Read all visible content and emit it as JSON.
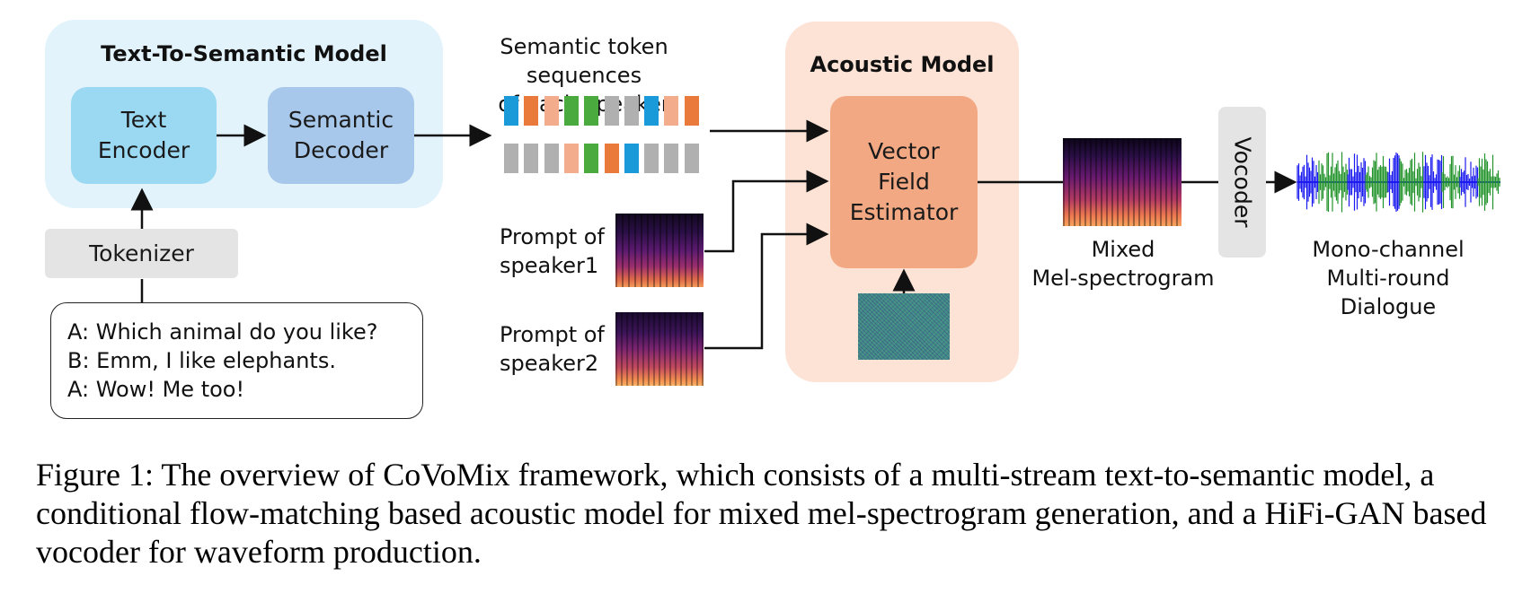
{
  "tts_model": {
    "title": "Text-To-Semantic Model",
    "text_encoder": "Text\nEncoder",
    "semantic_decoder": "Semantic\nDecoder",
    "tokenizer": "Tokenizer"
  },
  "dialogue": [
    "A: Which animal do you like?",
    "B: Emm, I like elephants.",
    "A: Wow! Me too!"
  ],
  "semantic_tokens": {
    "label": "Semantic token sequences\nof  each speaker",
    "row1": [
      "#1a9ad8",
      "#ea7a3b",
      "#f3ad8c",
      "#4aaa3e",
      "#4aaa3e",
      "#b0b0b0",
      "#b0b0b0",
      "#1a9ad8",
      "#f3ad8c",
      "#ea7a3b"
    ],
    "row2": [
      "#b0b0b0",
      "#b0b0b0",
      "#b0b0b0",
      "#f3ad8c",
      "#4aaa3e",
      "#ea7a3b",
      "#1a9ad8",
      "#b0b0b0",
      "#b0b0b0",
      "#b0b0b0"
    ]
  },
  "prompts": {
    "speaker1": "Prompt of\nspeaker1",
    "speaker2": "Prompt of\nspeaker2"
  },
  "acoustic_model": {
    "title": "Acoustic Model",
    "estimator": "Vector\nField\nEstimator"
  },
  "mixed_label": "Mixed\nMel-spectrogram",
  "vocoder_label": "Vocoder",
  "output_label": "Mono-channel\nMulti-round\nDialogue",
  "caption": "Figure 1: The overview of CoVoMix framework, which consists of a multi-stream text-to-semantic model, a conditional flow-matching based acoustic model for mixed mel-spectrogram generation, and a HiFi-GAN based vocoder for waveform production.",
  "colors": {
    "tts_panel": "#e2f3fb",
    "text_encoder": "#9bd9f3",
    "semantic_decoder": "#a7c8ea",
    "tokenizer": "#e4e4e4",
    "acoustic_panel": "#fce3d6",
    "estimator": "#f2a983",
    "vocoder": "#e4e4e4",
    "wave_blue": "#1a1af0",
    "wave_green": "#22922a"
  }
}
